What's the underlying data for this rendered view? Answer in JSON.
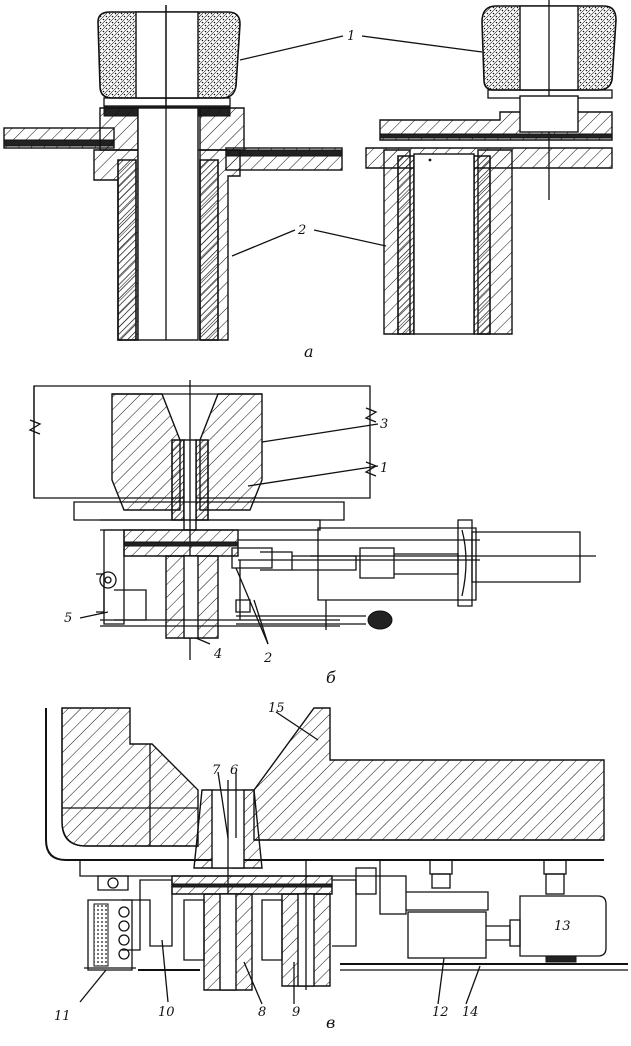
{
  "figure": {
    "panels": [
      {
        "id": "a",
        "caption": "а",
        "labels": [
          "1",
          "1",
          "2",
          "2"
        ]
      },
      {
        "id": "b",
        "caption": "б",
        "labels": [
          "3",
          "1",
          "5",
          "4",
          "2"
        ]
      },
      {
        "id": "c",
        "caption": "в",
        "labels": [
          "15",
          "7",
          "6",
          "11",
          "10",
          "8",
          "9",
          "12",
          "14",
          "13"
        ]
      }
    ]
  }
}
